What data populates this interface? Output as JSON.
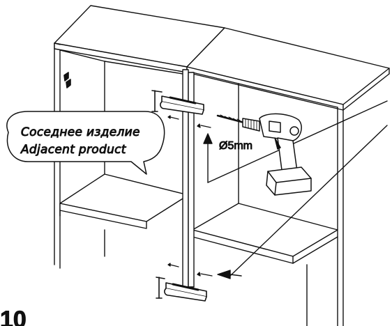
{
  "diagram": {
    "step_number": "10",
    "callout": {
      "line_ru": "Соседнее изделие",
      "line_en": "Adjacent product"
    },
    "drill_bit_label": "Ø5mm",
    "icons": [
      "cabinet-left",
      "cabinet-right",
      "clamp-icon",
      "drill-icon",
      "screw-icon",
      "arrow-icon"
    ]
  }
}
